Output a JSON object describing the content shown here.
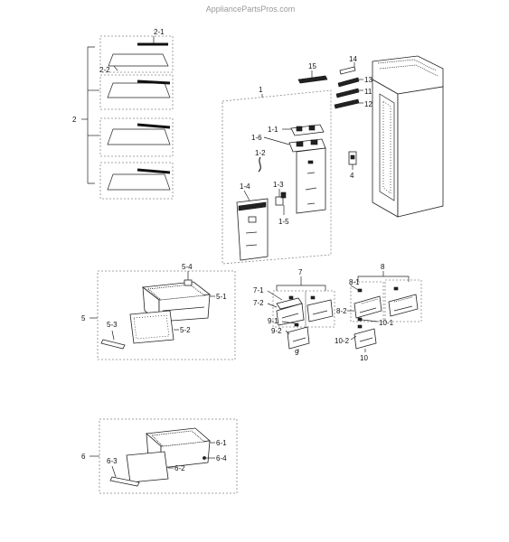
{
  "watermark": "AppliancePartsPros.com",
  "callouts": {
    "c2_1": "2-1",
    "c2_2": "2-2",
    "c2": "2",
    "c15": "15",
    "c14": "14",
    "c13": "13",
    "c11": "11",
    "c12": "12",
    "c1": "1",
    "c1_1": "1-1",
    "c1_6": "1-6",
    "c1_2": "1-2",
    "c1_4": "1-4",
    "c1_3": "1-3",
    "c1_5": "1-5",
    "c4": "4",
    "c5_4": "5-4",
    "c5_1": "5-1",
    "c5": "5",
    "c5_3": "5-3",
    "c5_2": "5-2",
    "c7": "7",
    "c7_1": "7-1",
    "c7_2": "7-2",
    "c9_1": "9-1",
    "c9_2": "9-2",
    "c9": "9",
    "c8": "8",
    "c8_1": "8-1",
    "c8_2": "8-2",
    "c10_1": "10-1",
    "c10_2": "10-2",
    "c10": "10",
    "c6": "6",
    "c6_1": "6-1",
    "c6_4": "6-4",
    "c6_2": "6-2",
    "c6_3": "6-3"
  }
}
